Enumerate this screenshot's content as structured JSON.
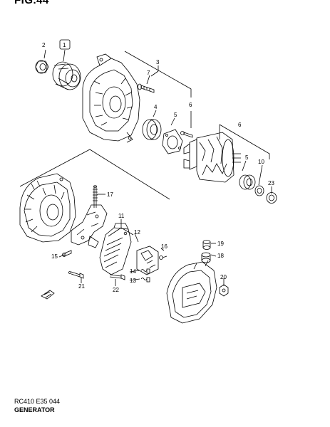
{
  "figure_label": "FIG.44",
  "footer": {
    "code": "RC410 E35  044",
    "name": "GENERATOR"
  },
  "callouts": [
    {
      "id": "2",
      "label": "2"
    },
    {
      "id": "1",
      "label": "1",
      "boxed": true
    },
    {
      "id": "3",
      "label": "3"
    },
    {
      "id": "7",
      "label": "7"
    },
    {
      "id": "4",
      "label": "4"
    },
    {
      "id": "5a",
      "label": "5"
    },
    {
      "id": "6a",
      "label": "6"
    },
    {
      "id": "6b",
      "label": "6"
    },
    {
      "id": "5b",
      "label": "5"
    },
    {
      "id": "10",
      "label": "10"
    },
    {
      "id": "23",
      "label": "23"
    },
    {
      "id": "17",
      "label": "17"
    },
    {
      "id": "11",
      "label": "11"
    },
    {
      "id": "12",
      "label": "12"
    },
    {
      "id": "15",
      "label": "15"
    },
    {
      "id": "16",
      "label": "16"
    },
    {
      "id": "19",
      "label": "19"
    },
    {
      "id": "18",
      "label": "18"
    },
    {
      "id": "14",
      "label": "14"
    },
    {
      "id": "13",
      "label": "13"
    },
    {
      "id": "20",
      "label": "20"
    },
    {
      "id": "21",
      "label": "21"
    },
    {
      "id": "22",
      "label": "22"
    }
  ]
}
